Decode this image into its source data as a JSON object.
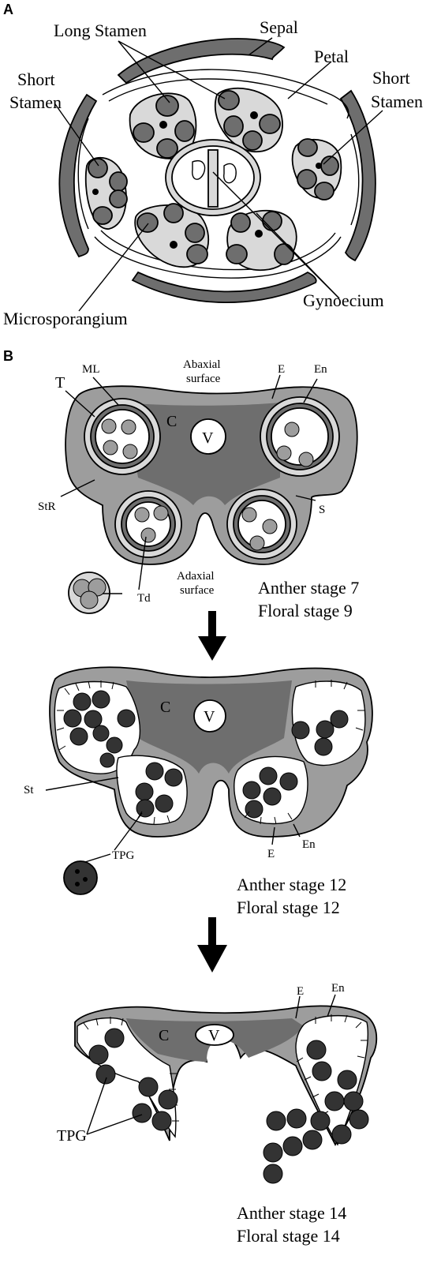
{
  "panel_a": {
    "letter": "A",
    "labels": {
      "long_stamen": "Long Stamen",
      "sepal": "Sepal",
      "petal": "Petal",
      "short_stamen_left_1": "Short",
      "short_stamen_left_2": "Stamen",
      "short_stamen_right_1": "Short",
      "short_stamen_right_2": "Stamen",
      "microsporangium": "Microsporangium",
      "gynoecium": "Gynoecium"
    }
  },
  "panel_b": {
    "letter": "B",
    "stage7": {
      "ML": "ML",
      "T": "T",
      "C": "C",
      "V": "V",
      "E": "E",
      "En": "En",
      "StR": "StR",
      "S": "S",
      "Td": "Td",
      "abaxial_1": "Abaxial",
      "abaxial_2": "surface",
      "adaxial_1": "Adaxial",
      "adaxial_2": "surface",
      "anther_stage": "Anther stage 7",
      "floral_stage": "Floral stage 9"
    },
    "stage12": {
      "C": "C",
      "V": "V",
      "St": "St",
      "TPG": "TPG",
      "E": "E",
      "En": "En",
      "anther_stage": "Anther stage 12",
      "floral_stage": "Floral stage 12"
    },
    "stage14": {
      "C": "C",
      "V": "V",
      "E": "E",
      "En": "En",
      "TPG": "TPG",
      "anther_stage": "Anther stage 14",
      "floral_stage": "Floral stage 14"
    }
  },
  "colors": {
    "dark_gray": "#6e6e6e",
    "mid_gray": "#9d9d9d",
    "light_gray": "#d9d9d9",
    "pollen_dark": "#333333",
    "white": "#ffffff"
  }
}
